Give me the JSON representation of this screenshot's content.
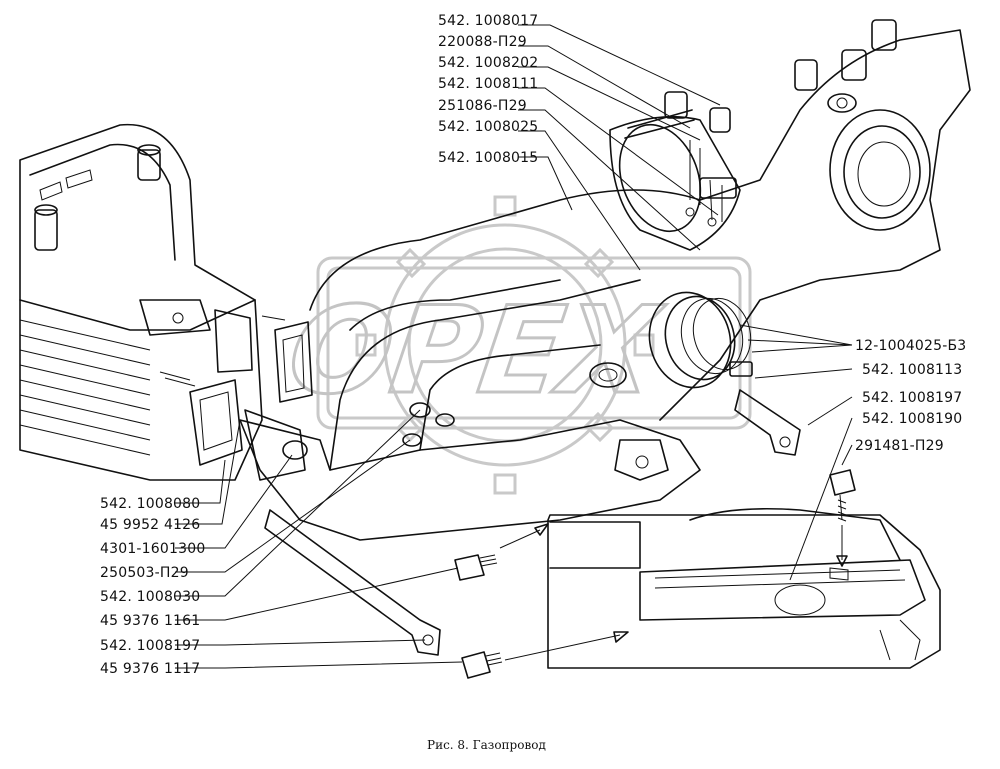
{
  "watermark": {
    "text": "OPEX"
  },
  "caption": "Рис. 8.  Газопровод",
  "labels": {
    "l1": "542. 1008017",
    "l2": "220088-П29",
    "l3": "542. 1008202",
    "l4": "542. 1008111",
    "l5": "251086-П29",
    "l6": "542. 1008025",
    "l7": "542. 1008015",
    "r1": "12-1004025-Б3",
    "r2": "542. 1008113",
    "r3": "542. 1008197",
    "r4": "542. 1008190",
    "r5": "291481-П29",
    "b1": "542. 1008080",
    "b2": "45 9952 4126",
    "b3": "4301-1601300",
    "b4": "250503-П29",
    "b5": "542. 1008030",
    "b6": "45 9376 1161",
    "b7": "542. 1008197",
    "b8": "45 9376 1117"
  }
}
